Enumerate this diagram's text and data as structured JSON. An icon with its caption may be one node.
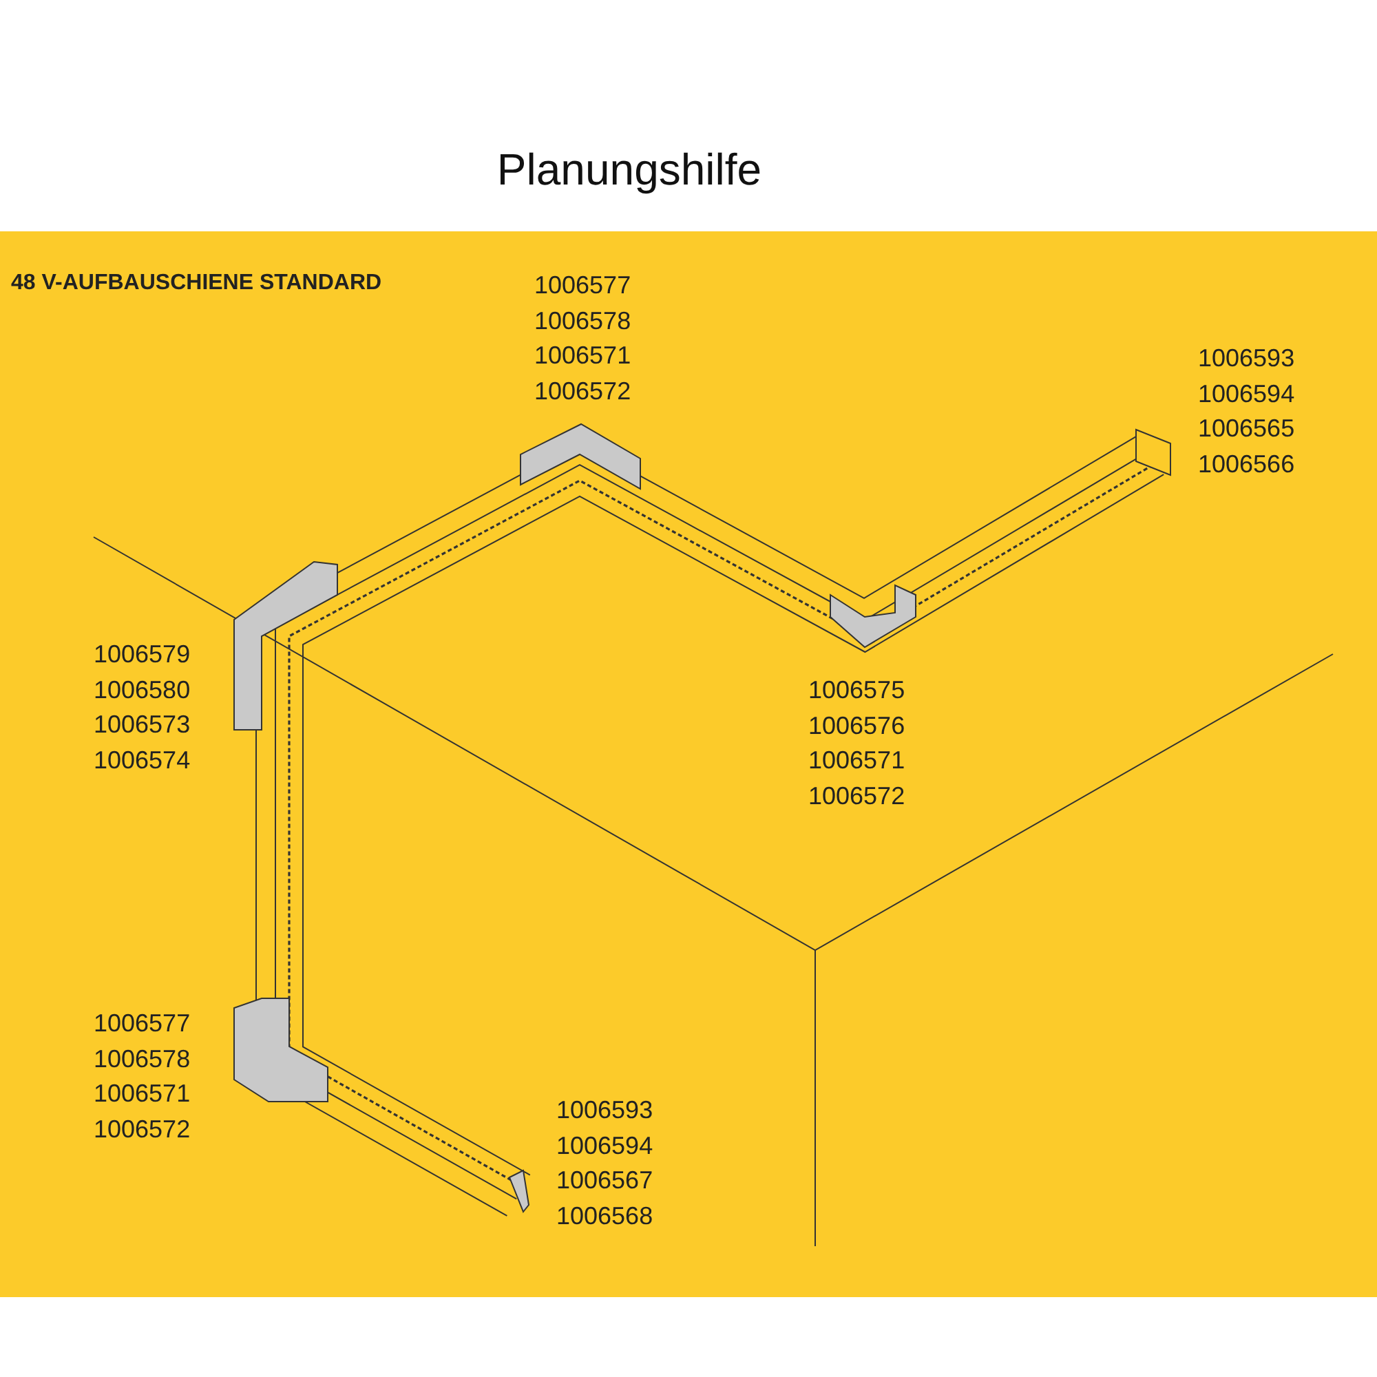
{
  "diagram": {
    "title": "Planungshilfe",
    "labels": [
      "48 V-AUFBAUSCHIENE STANDARD",
      "1006577",
      "1006578",
      "1006571",
      "1006572",
      "1006593",
      "1006594",
      "1006565",
      "1006566",
      "1006579",
      "1006580",
      "1006573",
      "1006574",
      "1006575",
      "1006576",
      "1006571",
      "1006572",
      "1006577",
      "1006578",
      "1006571",
      "1006572",
      "1006593",
      "1006594",
      "1006567",
      "1006568"
    ]
  }
}
